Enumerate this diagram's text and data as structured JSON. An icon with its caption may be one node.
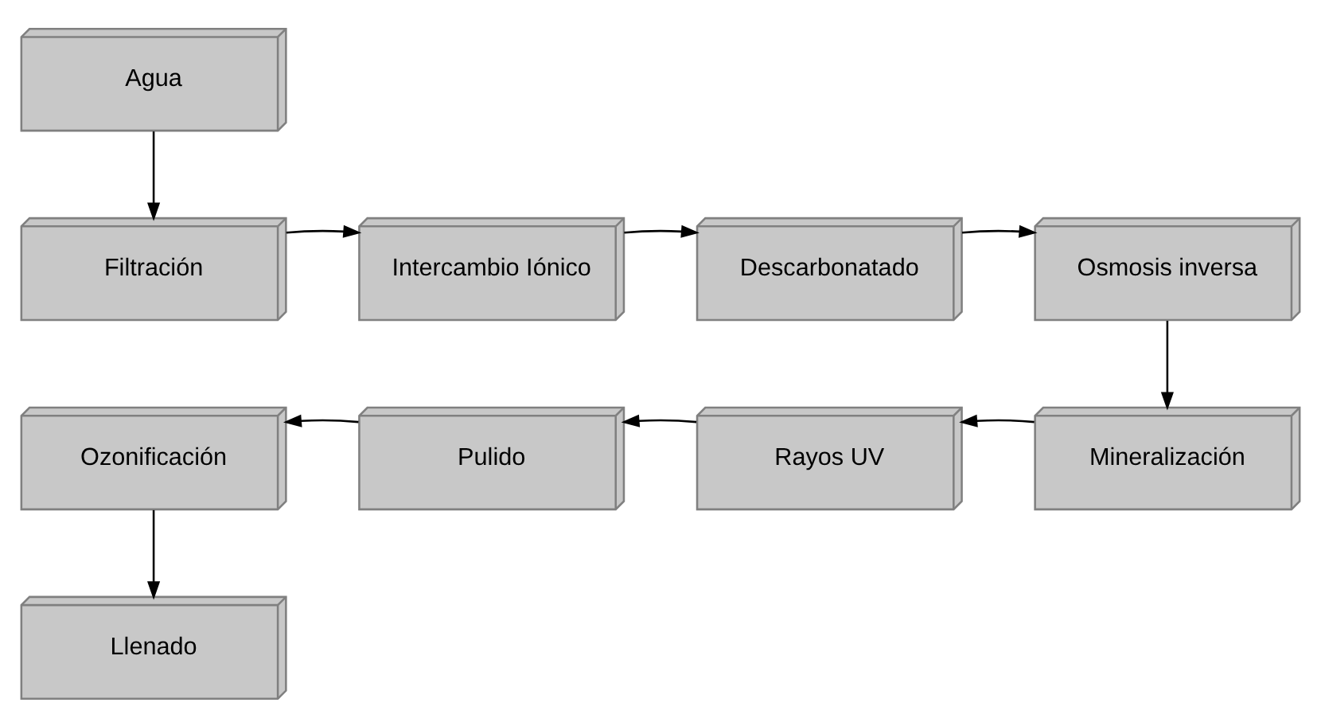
{
  "diagram": {
    "nodes": [
      {
        "text": [
          "Agua"
        ]
      },
      {
        "text": [
          "Filtración"
        ]
      },
      {
        "text": [
          "Intercambio Iónico"
        ]
      },
      {
        "text": [
          "Descarbonatado"
        ]
      },
      {
        "text": [
          "Osmosis inversa"
        ]
      },
      {
        "text": [
          "Mineralización"
        ]
      },
      {
        "text": [
          "Rayos UV"
        ]
      },
      {
        "text": [
          "Pulido"
        ]
      },
      {
        "text": [
          "Ozonificación"
        ]
      },
      {
        "text": [
          "Llenado"
        ]
      }
    ],
    "edges": [
      {
        "from": 0,
        "to": 1,
        "arrow": "to"
      },
      {
        "from": 1,
        "to": 2,
        "arrow": "to"
      },
      {
        "from": 2,
        "to": 3,
        "arrow": "to"
      },
      {
        "from": 3,
        "to": 4,
        "arrow": "to"
      },
      {
        "from": 4,
        "to": 5,
        "arrow": "to"
      },
      {
        "from": 5,
        "to": 6,
        "arrow": "to"
      },
      {
        "from": 6,
        "to": 7,
        "arrow": "to"
      },
      {
        "from": 7,
        "to": 8,
        "arrow": "to"
      },
      {
        "from": 8,
        "to": 9,
        "arrow": "to"
      }
    ]
  }
}
